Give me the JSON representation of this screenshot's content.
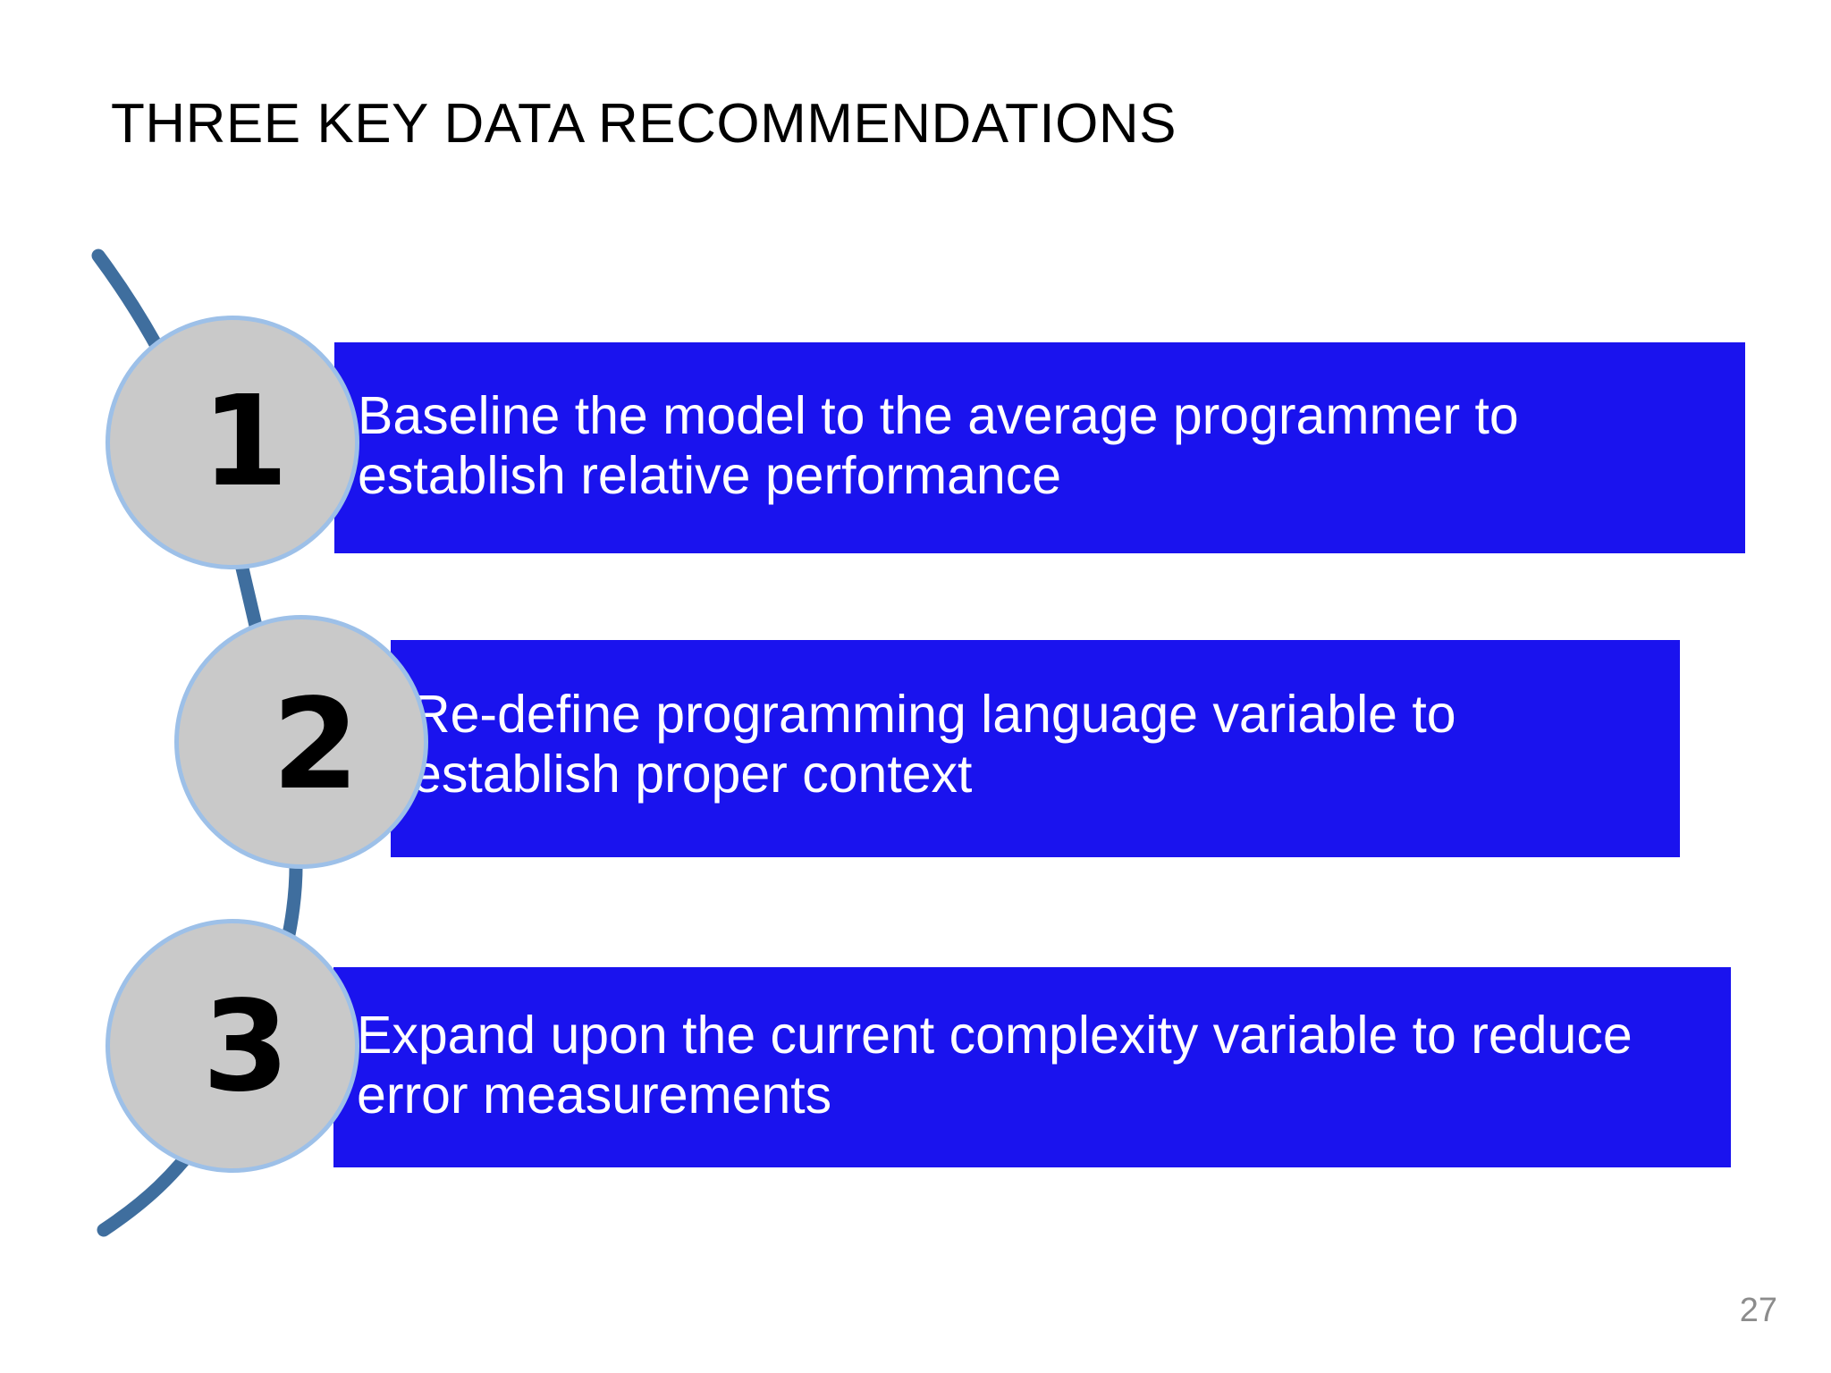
{
  "slide": {
    "title": "THREE KEY DATA RECOMMENDATIONS",
    "page_number": "27",
    "colors": {
      "bar_blue": "#1A13EE",
      "circle_fill": "#C9C9C9",
      "circle_border": "#9DC0E8",
      "connector_line": "#3F6E9E",
      "title_text": "#000000",
      "bar_text": "#FFFFFF",
      "page_number_text": "#8C8C8C",
      "background": "#FFFFFF"
    }
  },
  "items": [
    {
      "number": "1",
      "text": "Baseline the model to the average programmer to establish relative performance"
    },
    {
      "number": "2",
      "text": "Re-define programming language variable to establish proper context"
    },
    {
      "number": "3",
      "text": "Expand upon the current complexity variable to reduce error measurements"
    }
  ]
}
